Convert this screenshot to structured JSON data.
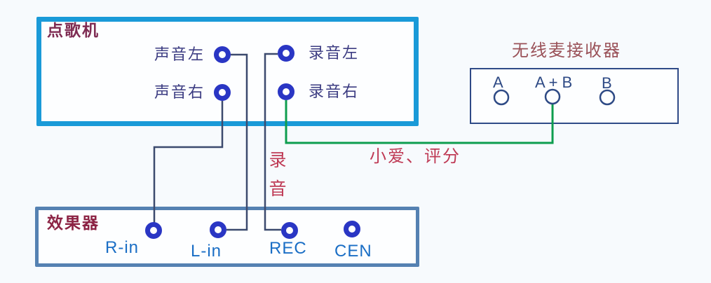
{
  "diagram": {
    "karaoke_box": {
      "title": "点歌机",
      "ports": [
        {
          "label": "声音左"
        },
        {
          "label": "声音右"
        },
        {
          "label": "录音左"
        },
        {
          "label": "录音右"
        }
      ]
    },
    "receiver_box": {
      "title": "无线麦接收器",
      "ports": [
        {
          "label": "A"
        },
        {
          "label": "A + B"
        },
        {
          "label": "B"
        }
      ]
    },
    "effects_box": {
      "title": "效果器",
      "ports": [
        {
          "label": "R-in"
        },
        {
          "label": "L-in"
        },
        {
          "label": "REC"
        },
        {
          "label": "CEN"
        }
      ]
    },
    "annotations": {
      "rec_wire_label": "录音",
      "mic_wire_label": "小爱、评分"
    },
    "wires": [
      {
        "from": "声音左",
        "to": "L-in",
        "color": "#3c4a6e"
      },
      {
        "from": "录音左",
        "to": "REC",
        "color": "#3c4a6e"
      },
      {
        "from": "声音右",
        "to": "R-in",
        "color": "#3c4a6e"
      },
      {
        "from": "录音右",
        "to": "A + B",
        "color": "#0e9d4e"
      }
    ],
    "colors": {
      "karaoke_border": "#1a9ad8",
      "receiver_border": "#2f4a87",
      "effects_border": "#5581b2",
      "wire_navy": "#3c4a6e",
      "wire_green": "#0e9d4e",
      "port_ring_blue": "#2a36c4",
      "title_maroon": "#7e2b52",
      "port_label_indigo": "#3c3c82",
      "effects_label_blue": "#1a6ec5",
      "annotation_red": "#bf3a55",
      "receiver_title_red": "#9a5158"
    }
  }
}
